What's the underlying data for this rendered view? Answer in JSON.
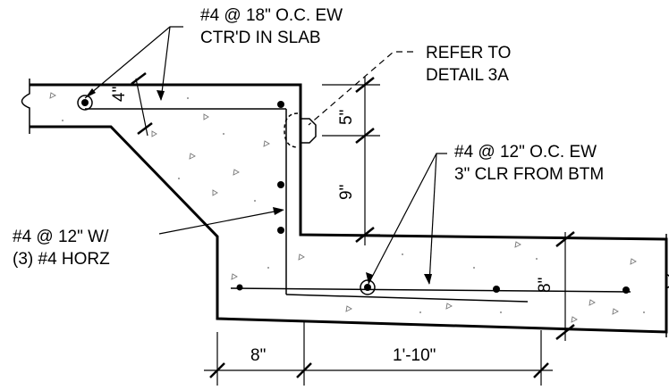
{
  "notes": {
    "slab_rebar": [
      "#4 @ 18\" O.C. EW",
      "CTR'D IN SLAB"
    ],
    "refer_detail": [
      "REFER TO",
      "DETAIL 3A"
    ],
    "footing_rebar": [
      "#4 @ 12\" O.C. EW",
      "3\" CLR FROM BTM"
    ],
    "wall_rebar": [
      "#4 @ 12\" W/",
      "(3) #4 HORZ"
    ]
  },
  "dimensions": {
    "slab_thickness": "4\"",
    "keyway_depth": "5\"",
    "step_height": "9\"",
    "footing_thickness": "8\"",
    "wall_width": "8\"",
    "footing_length": "1'-10\""
  }
}
